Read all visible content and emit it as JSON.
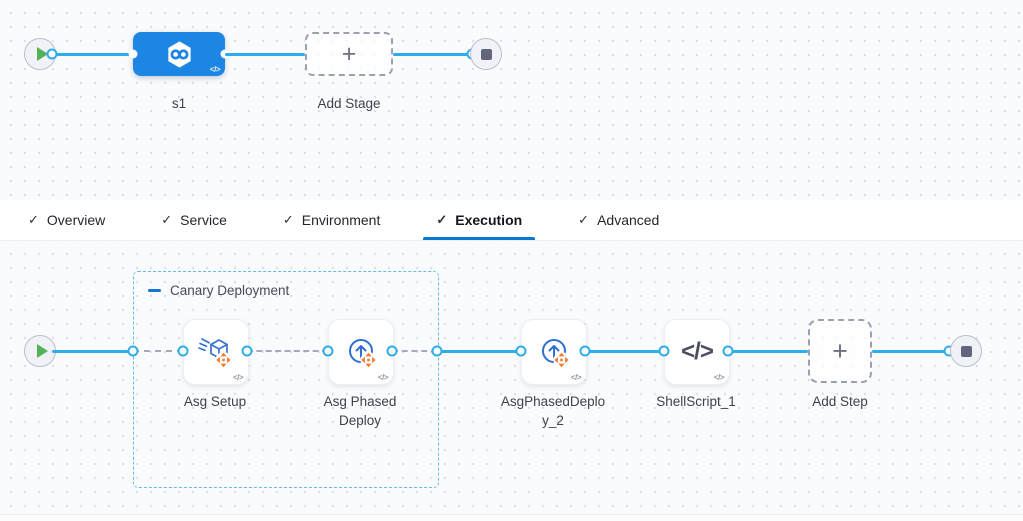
{
  "colors": {
    "connector_blue": "#2fadea",
    "stage_node_blue": "#1d86e2",
    "active_tab_blue": "#0278d5",
    "group_border_blue": "#66bbe8",
    "move_handle_orange": "#f07c33",
    "step_icon_blue": "#3674d0",
    "play_green": "#52b255",
    "stop_gray": "#63657d"
  },
  "glyphs": {
    "plus": "+",
    "check": "✓",
    "code_badge": "</>",
    "shell": "</>"
  },
  "top_pipeline": {
    "stage_label": "s1",
    "add_stage_label": "Add Stage"
  },
  "tabs": [
    {
      "label": "Overview",
      "active": false
    },
    {
      "label": "Service",
      "active": false
    },
    {
      "label": "Environment",
      "active": false
    },
    {
      "label": "Execution",
      "active": true
    },
    {
      "label": "Advanced",
      "active": false
    }
  ],
  "execution": {
    "group_label": "Canary Deployment",
    "steps": [
      {
        "label": "Asg Setup"
      },
      {
        "label": "Asg Phased Deploy"
      },
      {
        "label": "AsgPhasedDeploy_2"
      },
      {
        "label": "ShellScript_1"
      }
    ],
    "add_step_label": "Add Step"
  }
}
